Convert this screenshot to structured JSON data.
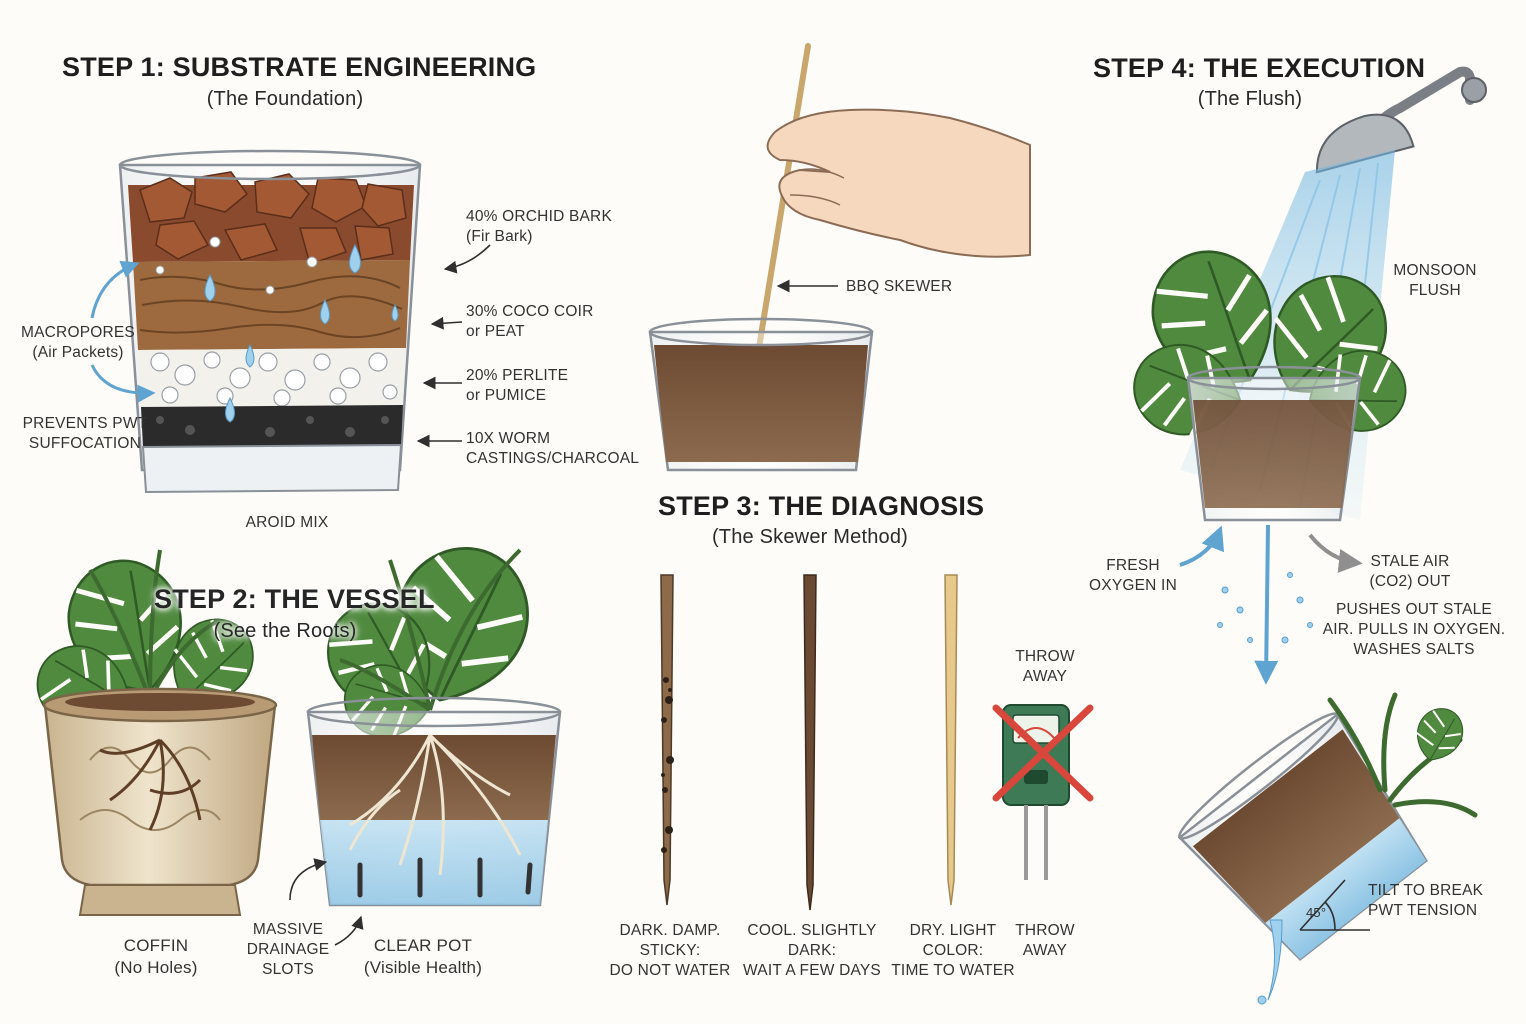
{
  "step1": {
    "title": "STEP 1: SUBSTRATE ENGINEERING",
    "subtitle": "(The Foundation)",
    "layers": [
      {
        "line1": "40% ORCHID BARK",
        "line2": "(Fir Bark)"
      },
      {
        "line1": "30% COCO COIR",
        "line2": "or PEAT"
      },
      {
        "line1": "20% PERLITE",
        "line2": "or PUMICE"
      },
      {
        "line1": "10X WORM",
        "line2": "CASTINGS/CHARCOAL"
      }
    ],
    "macropores": {
      "line1": "MACROPORES",
      "line2": "(Air Packets)"
    },
    "prevents": {
      "line1": "PREVENTS PWT",
      "line2": "SUFFOCATION"
    },
    "caption": "AROID MIX"
  },
  "step2": {
    "title": "STEP 2: THE VESSEL",
    "subtitle": "(See the Roots)",
    "coffin": {
      "line1": "COFFIN",
      "line2": "(No Holes)"
    },
    "drainage": {
      "line1": "MASSIVE",
      "line2": "DRAINAGE",
      "line3": "SLOTS"
    },
    "clear": {
      "line1": "CLEAR POT",
      "line2": "(Visible Health)"
    }
  },
  "skewer_label": "BBQ SKEWER",
  "step3": {
    "title": "STEP 3: THE DIAGNOSIS",
    "subtitle": "(The Skewer Method)",
    "sticks": [
      {
        "line1": "DARK. DAMP.",
        "line2": "STICKY:",
        "line3": "DO NOT WATER"
      },
      {
        "line1": "COOL. SLIGHTLY",
        "line2": "DARK:",
        "line3": "WAIT A FEW DAYS"
      },
      {
        "line1": "DRY. LIGHT",
        "line2": "COLOR:",
        "line3": "TIME TO WATER"
      }
    ],
    "meter_top": {
      "line1": "THROW",
      "line2": "AWAY"
    },
    "meter_bottom": {
      "line1": "THROW",
      "line2": "AWAY"
    }
  },
  "step4": {
    "title": "STEP 4: THE EXECUTION",
    "subtitle": "(The Flush)",
    "monsoon": {
      "line1": "MONSOON",
      "line2": "FLUSH"
    },
    "fresh": {
      "line1": "FRESH",
      "line2": "OXYGEN IN"
    },
    "stale": {
      "line1": "STALE AIR",
      "line2": "(CO2) OUT"
    },
    "pushes": {
      "line1": "PUSHES OUT STALE",
      "line2": "AIR. PULLS IN OXYGEN.",
      "line3": "WASHES SALTS"
    },
    "tilt": {
      "line1": "TILT TO BREAK",
      "line2": "PWT TENSION"
    },
    "angle": "45°"
  },
  "colors": {
    "bark": "#8a4a2e",
    "coir": "#9c6a3e",
    "perlite": "#f2f1ec",
    "charcoal": "#2b2b2b",
    "leaf": "#4f8a3e",
    "water": "#7fb6d8",
    "terracotta": "#d9c7a8",
    "skewer_light": "#e7c98c",
    "skewer_dark": "#6b4a34",
    "meter": "#3e7a55",
    "cross": "#d9463b"
  }
}
